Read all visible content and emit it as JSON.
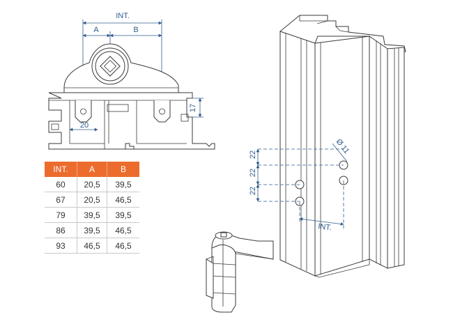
{
  "section": {
    "label_int": "INT.",
    "label_a": "A",
    "label_b": "B",
    "label_17": "17",
    "label_20": "20"
  },
  "table": {
    "headers": [
      "INT.",
      "A",
      "B"
    ],
    "rows": [
      [
        "60",
        "20,5",
        "39,5"
      ],
      [
        "67",
        "20,5",
        "46,5"
      ],
      [
        "79",
        "39,5",
        "39,5"
      ],
      [
        "86",
        "39,5",
        "46,5"
      ],
      [
        "93",
        "46,5",
        "46,5"
      ]
    ]
  },
  "profile": {
    "label_22_top": "22",
    "label_22_mid": "22",
    "label_22_bot": "22",
    "label_diameter": "Ø 11",
    "label_int": "INT."
  },
  "colors": {
    "header": "#ec6c2e",
    "dimension": "#2f5b8c",
    "outline": "#3a3a3a"
  },
  "icons": {
    "hinge": "door-hinge-icon",
    "profile": "aluminium-profile-icon"
  }
}
